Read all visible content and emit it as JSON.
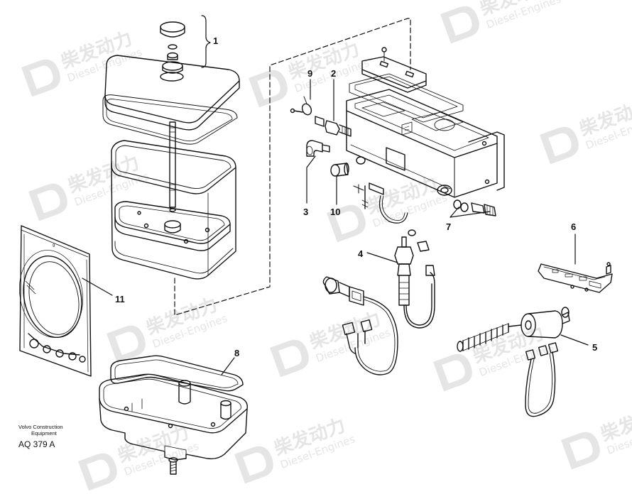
{
  "callouts": {
    "c1": "1",
    "c2": "2",
    "c3": "3",
    "c4": "4",
    "c5": "5",
    "c6": "6",
    "c7": "7",
    "c8": "8",
    "c9": "9",
    "c10": "10",
    "c11": "11"
  },
  "caption": {
    "line1": "Volvo Construction",
    "line2": "Equipment",
    "code": "AQ 379 A"
  },
  "watermark": {
    "cn": "柴发动力",
    "en": "Diesel-Engines",
    "color": "#e2e2e2"
  }
}
